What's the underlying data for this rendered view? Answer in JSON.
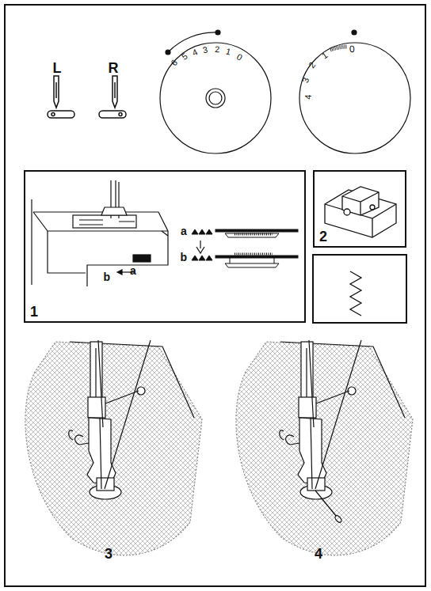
{
  "diagram": {
    "nodes": [
      {
        "text": [
          "1"
        ]
      },
      {
        "text": [
          "2"
        ]
      }
    ],
    "labels": [
      "L",
      "R",
      "6",
      "5",
      "4",
      "3",
      "2",
      "1",
      "0",
      "1",
      "0",
      "2",
      "3",
      "4",
      "b",
      "a",
      "a",
      "b",
      "3",
      "4"
    ]
  }
}
